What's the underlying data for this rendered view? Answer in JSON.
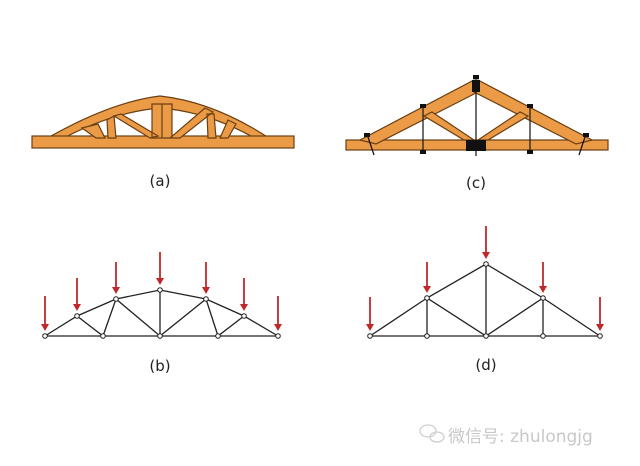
{
  "labels": {
    "a": "(a)",
    "b": "(b)",
    "c": "(c)",
    "d": "(d)"
  },
  "watermark": {
    "icon": "wechat-icon",
    "text": "微信号: zhulongjg"
  },
  "colors": {
    "wood": "#eb9a45",
    "outline": "#6a3f12",
    "arrow": "#c0282a",
    "line": "#222222"
  }
}
